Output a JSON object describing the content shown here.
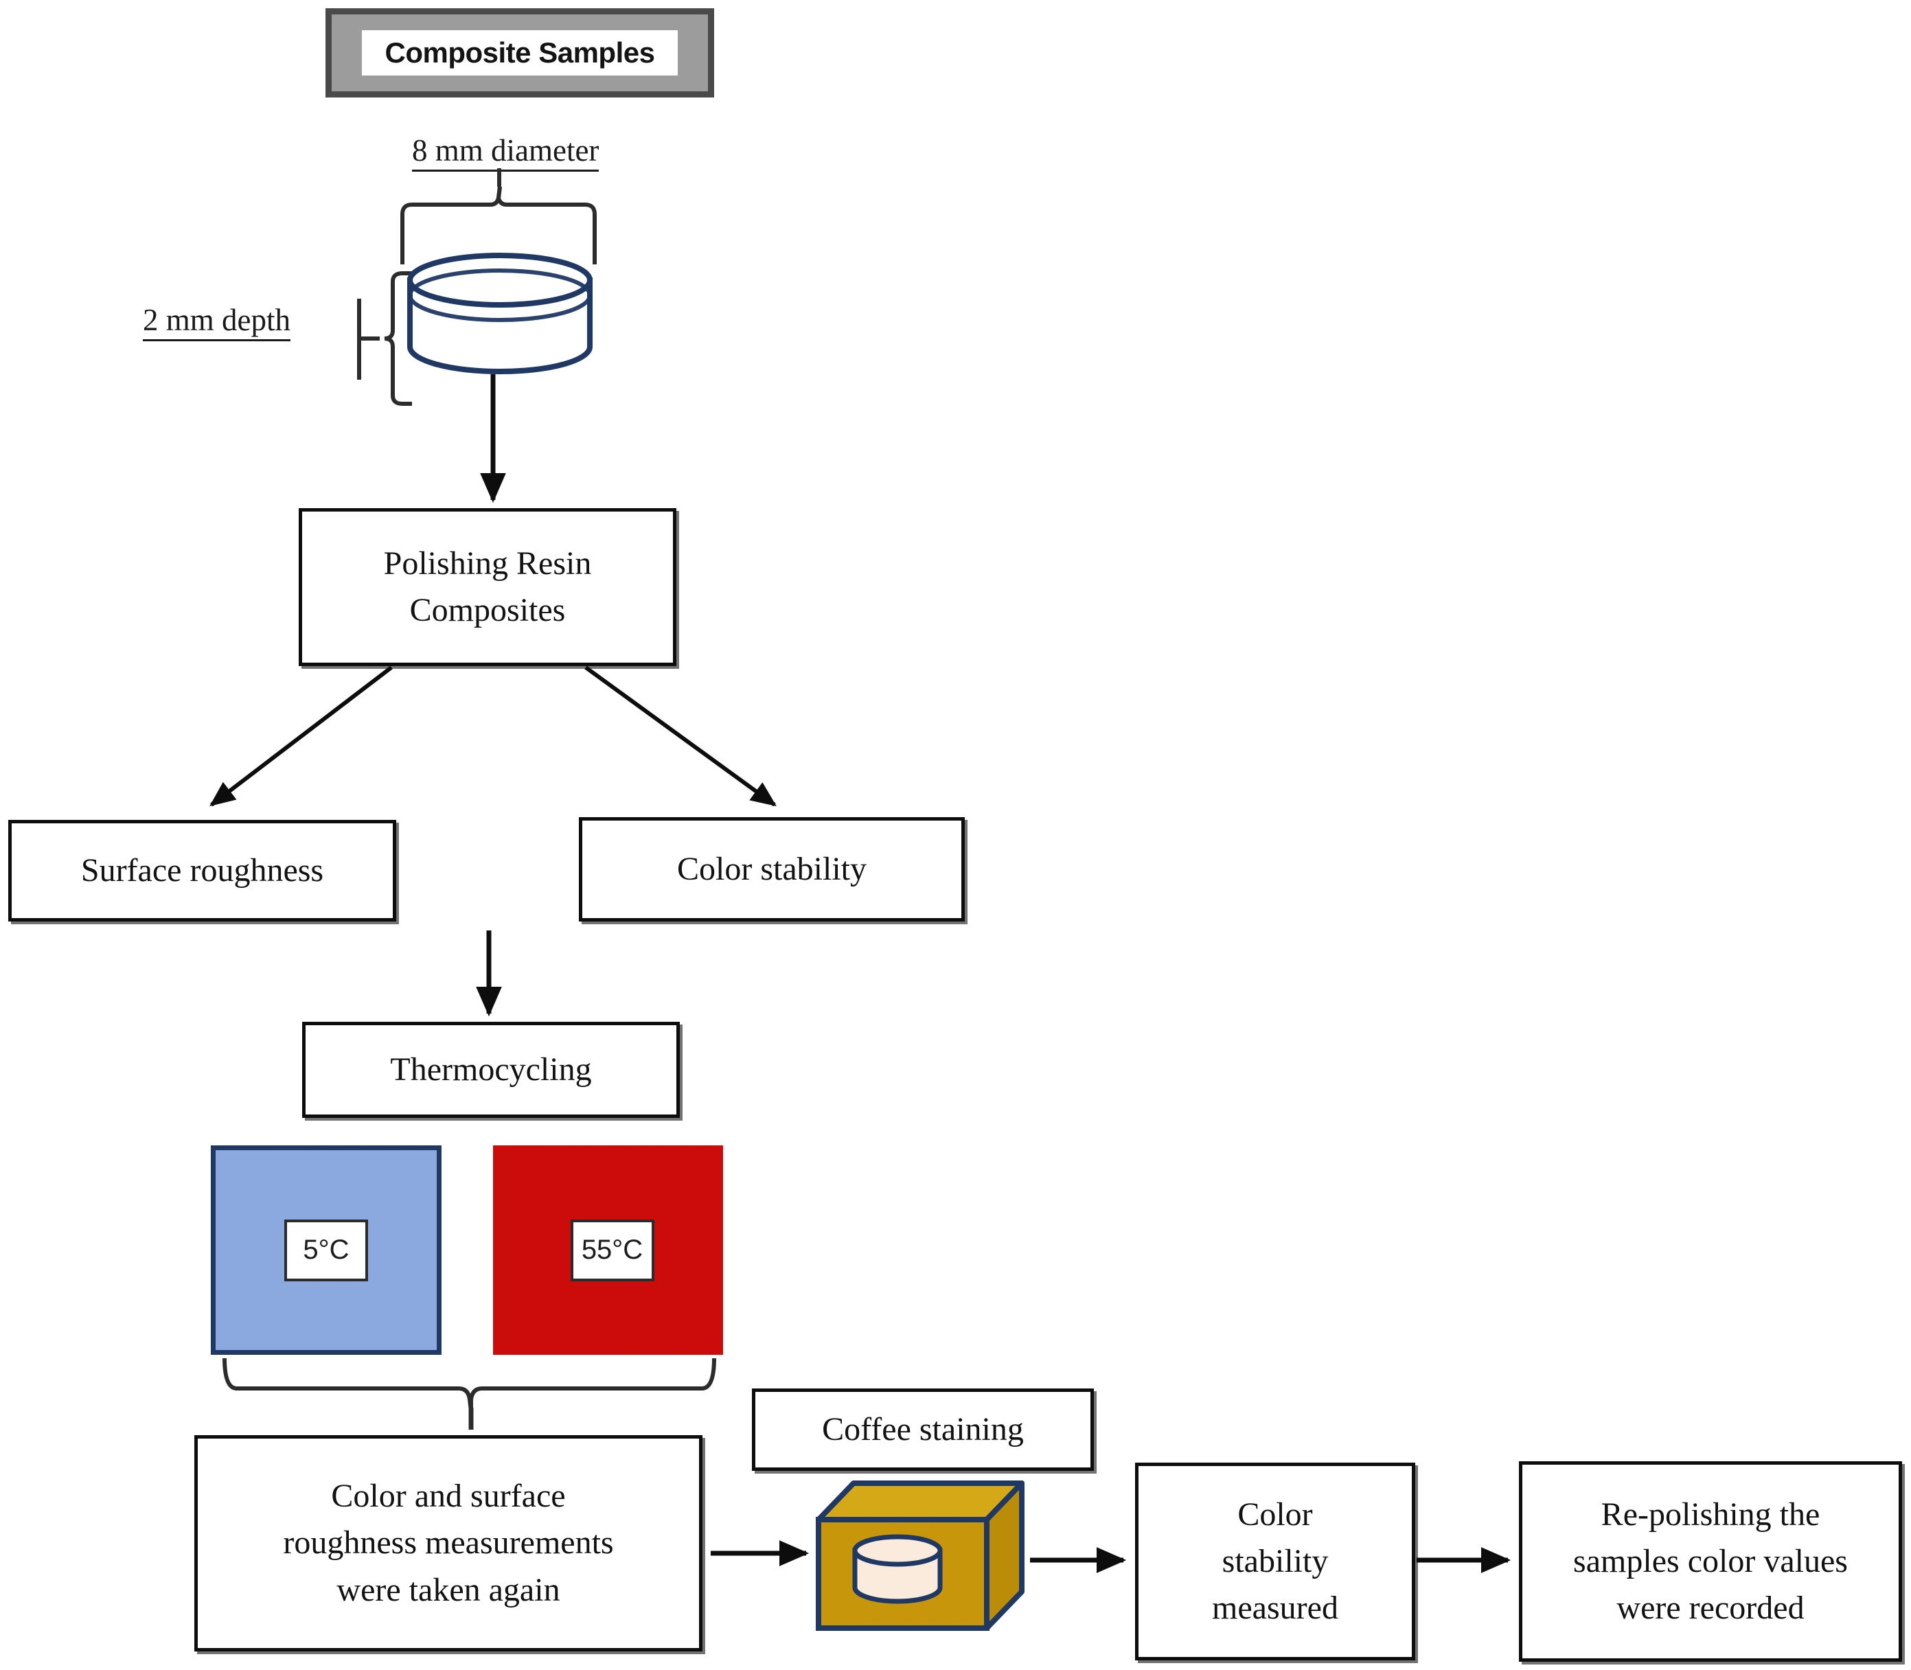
{
  "header": {
    "title": "Composite Samples"
  },
  "specimen": {
    "diameter_label": "8 mm diameter",
    "depth_label": "2 mm depth",
    "outline_color": "#1f3864",
    "fill_color": "#ffffff"
  },
  "flow": {
    "polishing": "Polishing Resin\nComposites",
    "polishing_line1": "Polishing Resin",
    "polishing_line2": "Composites",
    "surface_roughness": "Surface roughness",
    "color_stability": "Color stability",
    "thermocycling": "Thermocycling",
    "measurements_line1": "Color and surface",
    "measurements_line2": "roughness measurements",
    "measurements_line3": "were taken again",
    "coffee_staining": "Coffee staining",
    "color_stability_measured_line1": "Color",
    "color_stability_measured_line2": "stability",
    "color_stability_measured_line3": "measured",
    "repolishing_line1": "Re-polishing the",
    "repolishing_line2": "samples color values",
    "repolishing_line3": "were recorded"
  },
  "thermocycling": {
    "cold_temp": "5°C",
    "hot_temp": "55°C",
    "cold_fill": "#8ba8df",
    "cold_border": "#1f3864",
    "hot_fill": "#cc0b0b"
  },
  "coffee_box": {
    "body_color": "#c8960a",
    "top_color": "#d4a816",
    "side_color": "#bb8c07",
    "outline_color": "#1f3864",
    "disc_color": "#faebdc"
  },
  "colors": {
    "line": "#0d0d0d",
    "box_border": "#0d0d0d",
    "header_frame": "#4a4a4a",
    "header_fill": "#9c9c9c"
  }
}
